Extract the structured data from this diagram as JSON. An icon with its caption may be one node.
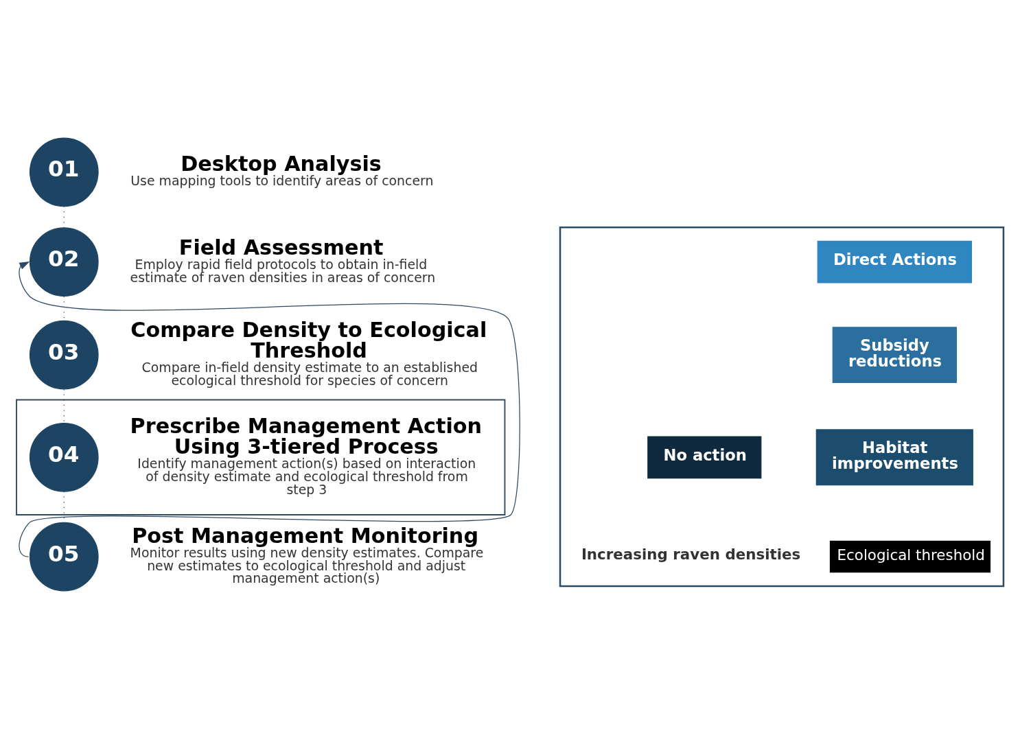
{
  "diagram": {
    "nodes": [
      {
        "text": [
          "01"
        ],
        "beside": [
          "Desktop Analysis",
          "Use mapping tools to identify areas of concern"
        ]
      },
      {
        "text": [
          "02"
        ],
        "beside": [
          "Field Assessment",
          "Employ rapid field protocols to obtain in-field estimate of raven densities in areas of concern"
        ]
      },
      {
        "text": [
          "03"
        ],
        "beside": [
          "Compare Density to Ecological Threshold",
          "Compare in-field density estimate to an established ecological threshold for species of concern"
        ]
      },
      {
        "text": [],
        "shape": "box"
      },
      {
        "text": [
          "04"
        ],
        "in": 3,
        "beside": [
          "Prescribe Management Action Using 3-tiered Process",
          "Identify management action(s) based on interaction of density estimate and ecological threshold from step 3"
        ]
      },
      {
        "text": [
          "05"
        ],
        "beside": [
          "Post Management Monitoring",
          "Monitor results using new density estimates. Compare new estimates to ecological threshold and adjust management action(s)"
        ]
      },
      {
        "text": [],
        "shape": "triangle"
      },
      {
        "text": [
          "Direct Actions"
        ],
        "in": 6
      },
      {
        "text": [
          "Subsidy reductions"
        ],
        "in": 6
      },
      {
        "text": [
          "No action"
        ],
        "in": 6
      },
      {
        "text": [
          "Habitat improvements"
        ],
        "in": 6
      }
    ],
    "edges": [
      {
        "from": 0,
        "to": 1,
        "arrow": "none",
        "style": "dashed"
      },
      {
        "from": 1,
        "to": 2,
        "arrow": "none",
        "style": "dashed"
      },
      {
        "from": 2,
        "to": 4,
        "arrow": "none",
        "style": "dashed"
      },
      {
        "from": 4,
        "to": 5,
        "arrow": "none",
        "style": "dashed"
      },
      {
        "from": 5,
        "to": 1,
        "arrow": "to"
      }
    ],
    "labels": [
      "Increasing raven densities",
      "Ecological threshold"
    ]
  }
}
